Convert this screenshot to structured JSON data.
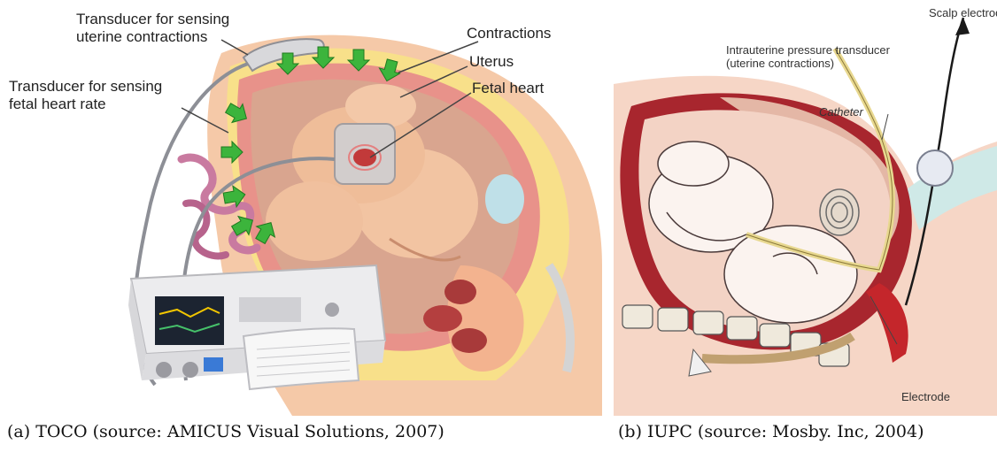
{
  "panel_a": {
    "labels": {
      "transducer_contractions_line1": "Transducer for sensing",
      "transducer_contractions_line2": "uterine contractions",
      "transducer_fhr_line1": "Transducer for sensing",
      "transducer_fhr_line2": "fetal heart rate",
      "contractions": "Contractions",
      "uterus": "Uterus",
      "fetal_heart": "Fetal heart"
    },
    "caption": "(a) TOCO (source: AMICUS Visual Solutions, 2007)",
    "colors": {
      "arrow": "#3cb43c",
      "skin": "#f5c9a8",
      "uterus": "#e8928a",
      "device": "#e9e9ea"
    }
  },
  "panel_b": {
    "labels": {
      "scalp_electrode": "Scalp electrode",
      "iupt_line1": "Intrauterine pressure transducer",
      "iupt_line2": "(uterine contractions)",
      "catheter": "Catheter",
      "electrode": "Electrode"
    },
    "caption": "(b) IUPC (source: Mosby. Inc, 2004)",
    "colors": {
      "uterus_wall": "#a8262e",
      "skin": "#f6d6c6",
      "band": "#cfe9e7",
      "catheter": "#f0e3a0"
    }
  }
}
